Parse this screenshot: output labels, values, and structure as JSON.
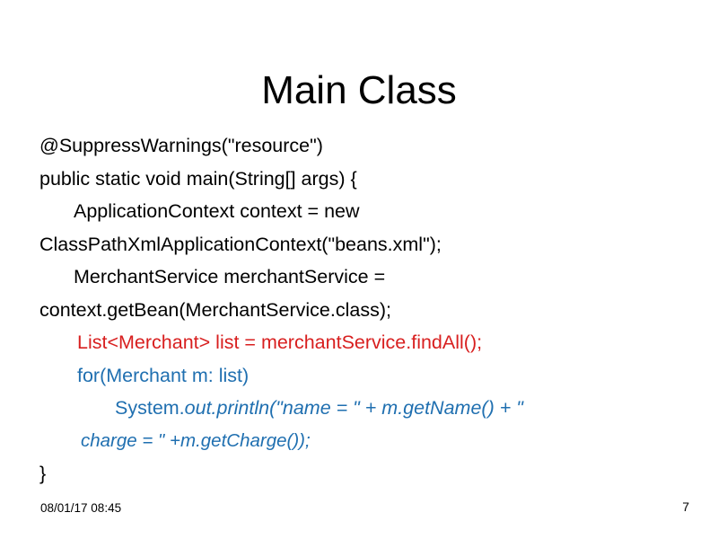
{
  "slide": {
    "title": "Main Class",
    "page_number": "7",
    "date": "08/01/17 08:45",
    "background_color": "#ffffff",
    "colors": {
      "default_text": "#000000",
      "red": "#d81f1f",
      "blue": "#1f6fb0"
    },
    "code_lines": [
      {
        "id": "line-annotation",
        "text": "@SuppressWarnings(\"resource\")",
        "color": "#000000",
        "style": "normal",
        "indent": "none"
      },
      {
        "id": "line-main-signature",
        "text": "public static void main(String[] args) {",
        "color": "#000000",
        "style": "normal",
        "indent": "none"
      },
      {
        "id": "line-application-context",
        "text": "ApplicationContext context = new ClassPathXmlApplicationContext(\"beans.xml\");",
        "color": "#000000",
        "style": "normal",
        "indent": "first-line"
      },
      {
        "id": "line-merchant-service",
        "text": "MerchantService merchantService = context.getBean(MerchantService.class);",
        "color": "#000000",
        "style": "normal",
        "indent": "first-line"
      },
      {
        "id": "line-find-all",
        "text": "List<Merchant> list = merchantService.findAll();",
        "color": "#d81f1f",
        "style": "normal",
        "indent": "block"
      },
      {
        "id": "line-for-loop",
        "text": "for(Merchant m: list)",
        "color": "#1f6fb0",
        "style": "normal",
        "indent": "block"
      },
      {
        "id": "line-println",
        "text_upright": "System.",
        "text_italic": "out.println(\"name = \" + m.getName() + \"",
        "color": "#1f6fb0",
        "style": "italic",
        "indent": "block-deep"
      },
      {
        "id": "line-println-continued",
        "text": "charge = \" +m.getCharge());",
        "color": "#1f6fb0",
        "style": "italic",
        "indent": "block-cont"
      },
      {
        "id": "line-closing-brace",
        "text": "}",
        "color": "#000000",
        "style": "normal",
        "indent": "none"
      }
    ]
  }
}
